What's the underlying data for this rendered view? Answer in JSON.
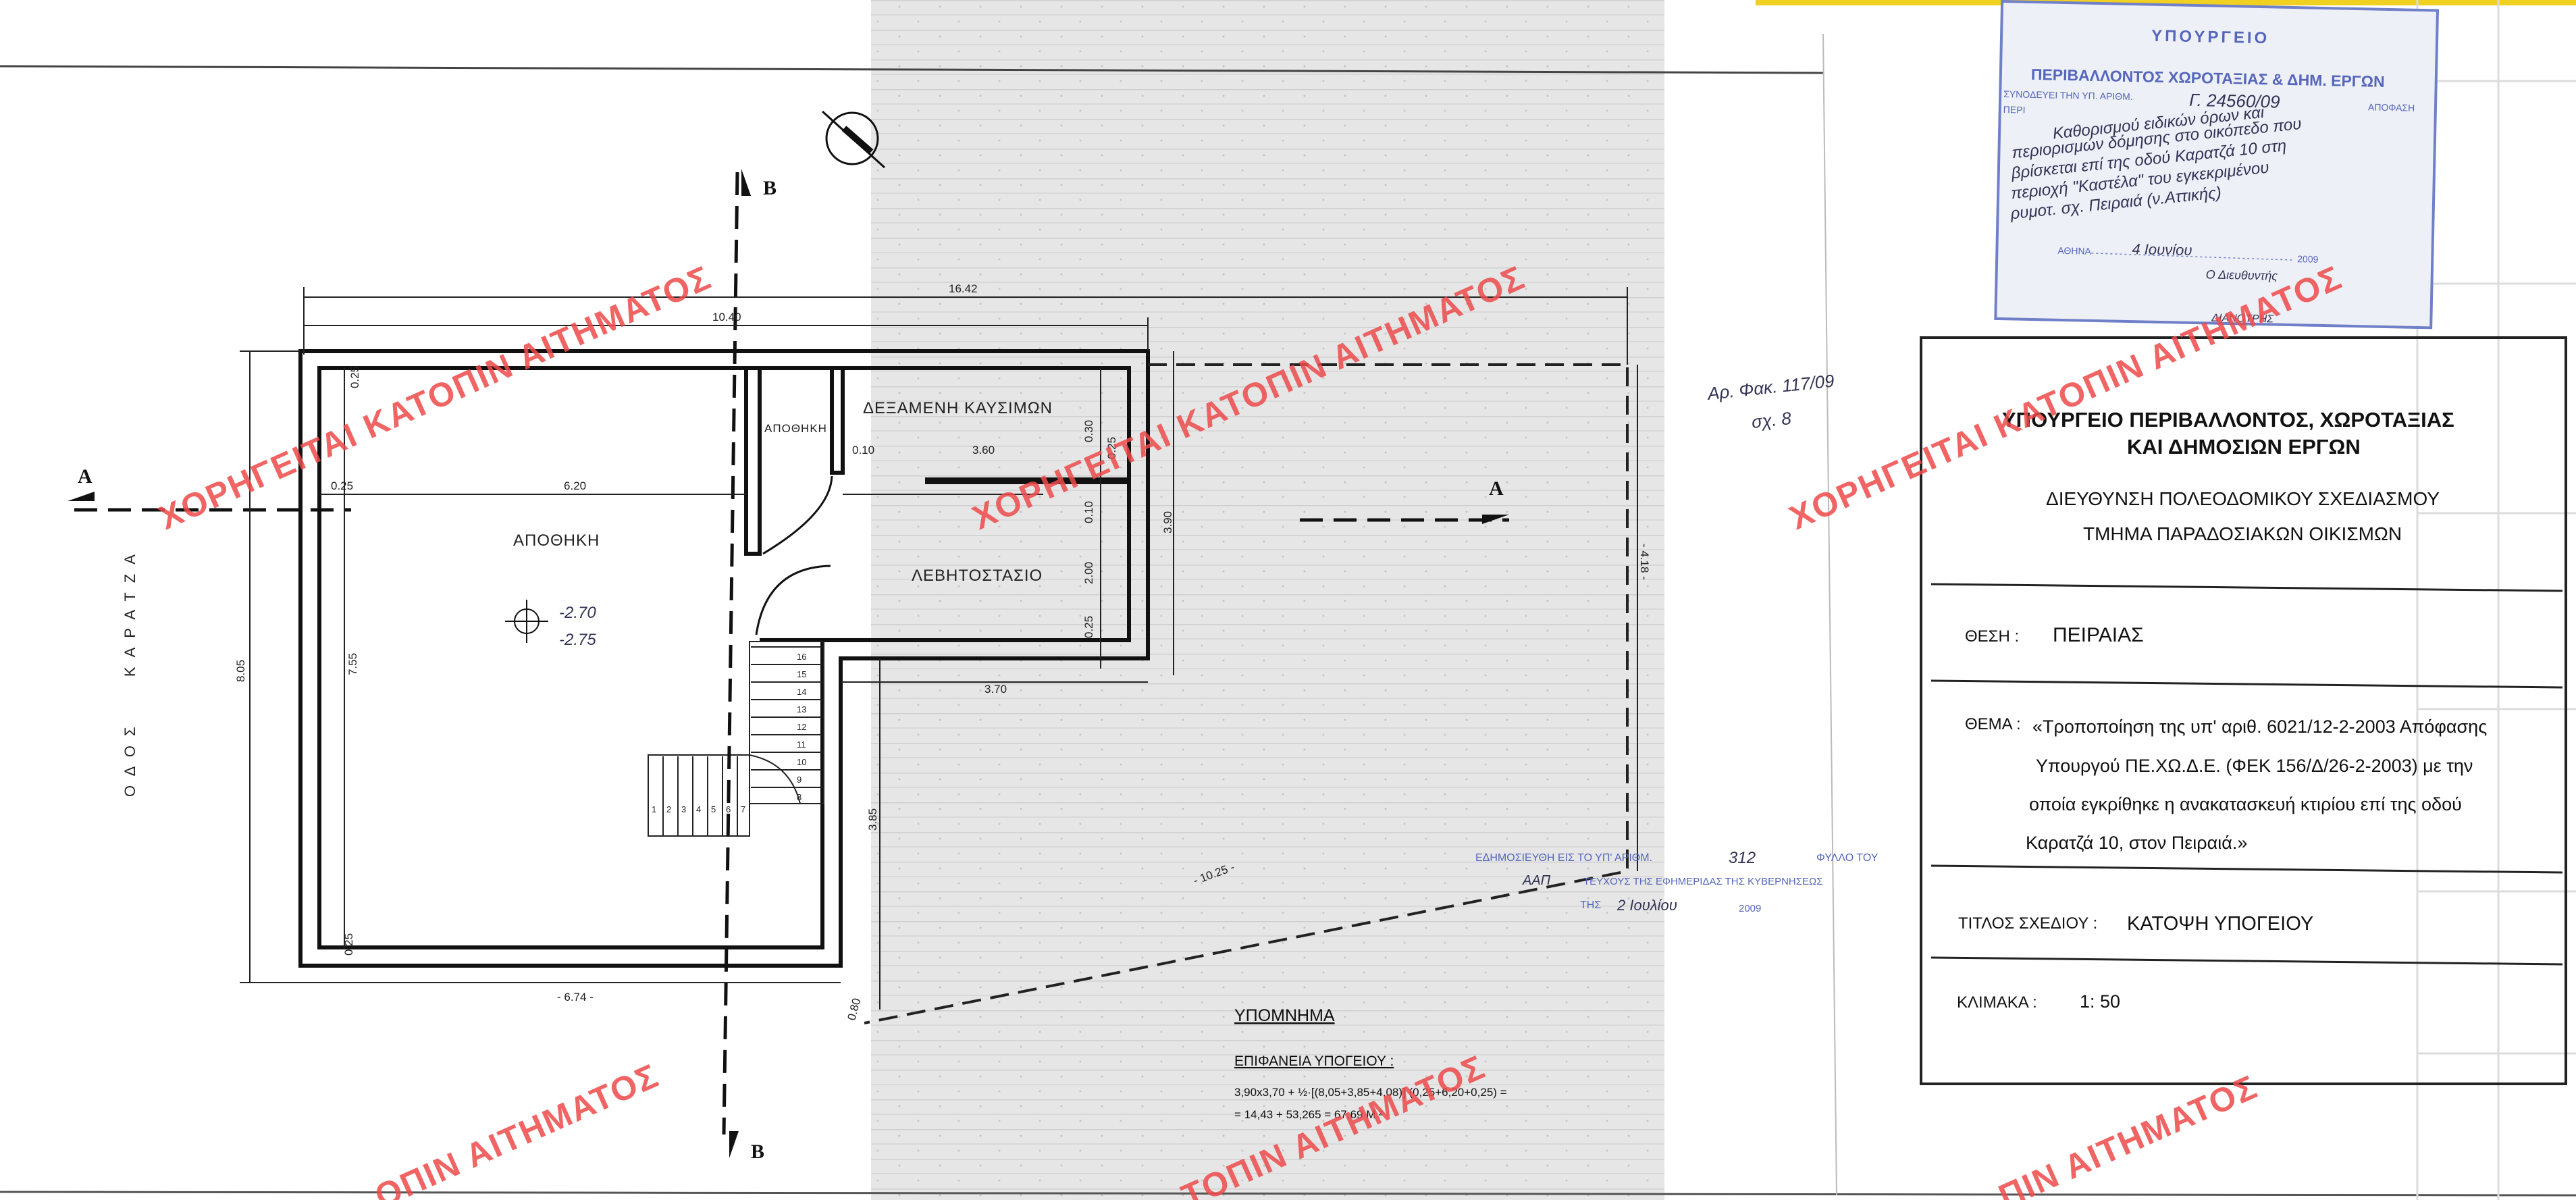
{
  "stamp": {
    "ministry": "ΥΠΟΥΡΓΕΙΟ",
    "dept": "ΠΕΡΙΒΑΛΛΟΝΤΟΣ ΧΩΡΟΤΑΞΙΑΣ & ΔΗΜ. ΕΡΓΩΝ",
    "attached": "ΣΥΝΟΔΕΥΕΙ ΤΗΝ ΥΠ. ΑΡΙΘΜ.",
    "number": "Γ. 24560/09",
    "decision": "ΑΠΟΦΑΣΗ",
    "peri": "ΠΕΡΙ",
    "hand_lines": [
      "Καθορισμού ειδικών όρων και",
      "περιορισμών δόμησης στο οικόπεδο που",
      "βρίσκεται επί της οδού Καρατζά 10 στη",
      "περιοχή \"Καστέλα\" του εγκεκριμένου",
      "ρυμοτ. σχ. Πειραιά (ν.Αττικής)"
    ],
    "athens": "ΑΘΗΝΑ",
    "date_hand": "4 Ιουνίου",
    "year": "2009",
    "director": "Ο Διευθυντής",
    "sign": "ΔΙΑΝΟΤΡΗΣ"
  },
  "fak_note": [
    "Αρ. Φακ. 117/09",
    "σχ. 8"
  ],
  "publication": {
    "line1": "ΕΔΗΜΟΣΙΕΥΘΗ ΕΙΣ ΤΟ ΥΠ' ΑΡΙΘΜ.",
    "num": "312",
    "line1b": "ΦΥΛΛΟ ΤΟΥ",
    "issue": "ΑΑΠ",
    "line2": "ΤΕΥΧΟΥΣ ΤΗΣ ΕΦΗΜΕΡΙΔΑΣ ΤΗΣ ΚΥΒΕΡΝΗΣΕΩΣ",
    "line3": "ΤΗΣ",
    "date": "2 Ιουλίου",
    "year": "2009"
  },
  "title_block": {
    "org1": "ΥΠΟΥΡΓΕΙΟ ΠΕΡΙΒΑΛΛΟΝΤΟΣ, ΧΩΡΟΤΑΞΙΑΣ",
    "org2": "ΚΑΙ ΔΗΜΟΣΙΩΝ ΕΡΓΩΝ",
    "dir1": "ΔΙΕΥΘΥΝΣΗ ΠΟΛΕΟΔΟΜΙΚΟΥ ΣΧΕΔΙΑΣΜΟΥ",
    "dir2": "ΤΜΗΜΑ ΠΑΡΑΔΟΣΙΑΚΩΝ ΟΙΚΙΣΜΩΝ",
    "place_label": "ΘΕΣΗ :",
    "place": "ΠΕΙΡΑΙΑΣ",
    "subject_label": "ΘΕΜΑ :",
    "subject_lines": [
      "«Τροποποίηση της υπ' αριθ. 6021/12-2-2003 Απόφασης",
      "Υπουργού ΠΕ.ΧΩ.Δ.Ε. (ΦΕΚ 156/Δ/26-2-2003) με την",
      "οποία εγκρίθηκε η ανακατασκευή κτιρίου επί της οδού",
      "Καρατζά 10, στον Πειραιά.»"
    ],
    "drawing_label": "ΤΙΤΛΟΣ ΣΧΕΔΙΟΥ :",
    "drawing_title": "ΚΑΤΟΨΗ ΥΠΟΓΕΙΟΥ",
    "scale_label": "ΚΛΙΜΑΚΑ :",
    "scale": "1: 50"
  },
  "watermark": "ΧΟΡΗΓΕΙΤΑΙ ΚΑΤΟΠΙΝ ΑΙΤΗΜΑΤΟΣ",
  "watermark_partial": "ΟΠΙΝ ΑΙΤΗΜΑΤΟΣ",
  "watermark_partial2": "ΤΟΠΙΝ ΑΙΤΗΜΑΤΟΣ",
  "watermark_partial3": "ΚΑΤΟΠΙΝ ΑΙΤΗΜΑΤΟΣ",
  "watermark_partial4": "ΠΙΝ ΑΙΤΗΜΑΤΟΣ",
  "street": "ΟΔΟΣ   ΚΑΡΑΤΖΑ",
  "section_a": "A",
  "section_b": "B",
  "rooms": {
    "storage_main": "ΑΠΟΘΗΚΗ",
    "storage_small": "ΑΠΟΘΗΚΗ",
    "fuel_tank": "ΔΕΞΑΜΕΝΗ ΚΑΥΣΙΜΩΝ",
    "boiler": "ΛΕΒΗΤΟΣΤΑΣΙΟ"
  },
  "levels": [
    "-2.70",
    "-2.75"
  ],
  "dims": {
    "d1642": "16.42",
    "d1040": "10.40",
    "d620": "6.20",
    "d025a": "0.25",
    "d025b": "0.25",
    "d025c": "0.25",
    "d805": "8.05",
    "d755": "7.55",
    "d674": "- 6.74 -",
    "d360": "3.60",
    "d010a": "0.10",
    "d030": "0.30",
    "d025d": "0.25",
    "d390": "3.90",
    "d010b": "0.10",
    "d200": "2.00",
    "d025e": "0.25",
    "d370": "3.70",
    "d385": "3.85",
    "d1025": "- 10.25 -",
    "d418": "- 4.18 -",
    "d080": "0.80"
  },
  "stair_upper": [
    "16",
    "15",
    "14",
    "13",
    "12",
    "11",
    "10",
    "9",
    "8"
  ],
  "stair_lower": [
    "1",
    "2",
    "3",
    "4",
    "5",
    "6",
    "7"
  ],
  "legend": {
    "title": "ΥΠΟΜΝΗΜΑ",
    "area_label": "ΕΠΙΦΑΝΕΙΑ ΥΠΟΓΕΙΟΥ :",
    "formula1": "3,90x3,70 + ½·[(8,05+3,85+4,08)] (0,25+6,20+0,25) =",
    "formula2": "= 14,43 + 53,265 = 67,69 M ²"
  }
}
